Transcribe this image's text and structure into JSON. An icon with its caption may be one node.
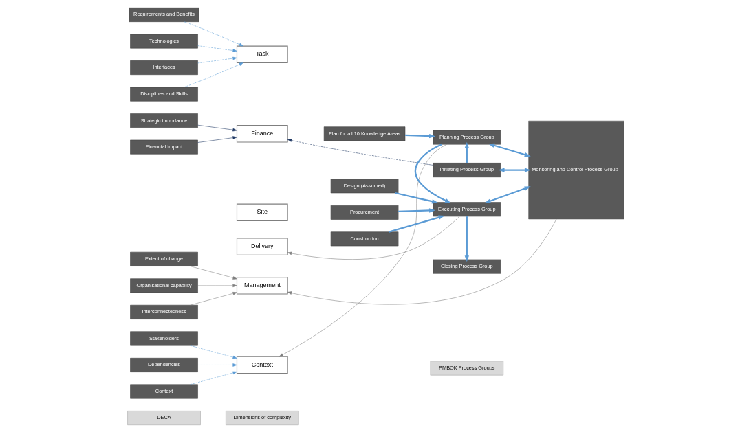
{
  "diagram": {
    "nodes": [
      {
        "text": [
          "DECA"
        ]
      },
      {
        "text": [
          "Dimensions of complexity"
        ]
      },
      {
        "text": [
          "PMBOK Process Groups"
        ]
      },
      {
        "text": [
          "Strategic importance"
        ]
      },
      {
        "text": [
          "Financial Impact"
        ]
      },
      {
        "text": [
          "Stakeholders"
        ]
      },
      {
        "text": [
          "Dependencies"
        ]
      },
      {
        "text": [
          "Context"
        ]
      },
      {
        "text": [
          "Extent of change"
        ]
      },
      {
        "text": [
          "Organisational capability"
        ]
      },
      {
        "text": [
          "Interconnectedness"
        ]
      },
      {
        "text": [
          "Requirements and Benefits"
        ]
      },
      {
        "text": [
          "Technologies"
        ]
      },
      {
        "text": [
          "Interfaces"
        ]
      },
      {
        "text": [
          "Disciplines and Skills"
        ]
      },
      {
        "text": [
          "Finance"
        ]
      },
      {
        "text": [
          "Context"
        ]
      },
      {
        "text": [
          "Management"
        ]
      },
      {
        "text": [
          "Site"
        ]
      },
      {
        "text": [
          "Task"
        ]
      },
      {
        "text": [
          "Delivery"
        ]
      },
      {
        "text": [
          "Initiating Process Group"
        ]
      },
      {
        "text": [
          "Plan for all 10 Knowledge Areas"
        ]
      },
      {
        "text": [
          "Planning Process Group"
        ]
      },
      {
        "text": [
          "Design (Assumed)"
        ]
      },
      {
        "text": [
          "Procurement"
        ]
      },
      {
        "text": [
          "Construction"
        ]
      },
      {
        "text": [
          "Executing Process Group"
        ]
      },
      {
        "text": [
          "Closing Process Group"
        ]
      },
      {
        "text": [
          "Monitoring and Control Process Group"
        ]
      }
    ],
    "edges": [
      {
        "from": 3,
        "to": 15,
        "arrow": "to",
        "color": "#1f3864"
      },
      {
        "from": 4,
        "to": 15,
        "arrow": "to",
        "color": "#1f3864"
      },
      {
        "from": 5,
        "to": 16,
        "arrow": "to",
        "style": "dashed",
        "color": "#5b9bd5"
      },
      {
        "from": 6,
        "to": 16,
        "arrow": "to",
        "style": "dashed",
        "color": "#5b9bd5"
      },
      {
        "from": 7,
        "to": 16,
        "arrow": "to",
        "style": "dashed",
        "color": "#5b9bd5"
      },
      {
        "from": 8,
        "to": 17,
        "arrow": "to",
        "color": "#7f7f7f"
      },
      {
        "from": 9,
        "to": 17,
        "arrow": "to",
        "color": "#7f7f7f"
      },
      {
        "from": 10,
        "to": 17,
        "arrow": "to",
        "color": "#7f7f7f"
      },
      {
        "from": 11,
        "to": 19,
        "arrow": "to",
        "style": "dashed",
        "color": "#5b9bd5"
      },
      {
        "from": 12,
        "to": 19,
        "arrow": "to",
        "style": "dashed",
        "color": "#5b9bd5"
      },
      {
        "from": 13,
        "to": 19,
        "arrow": "to",
        "style": "dashed",
        "color": "#5b9bd5"
      },
      {
        "from": 14,
        "to": 19,
        "arrow": "to",
        "style": "dashed",
        "color": "#5b9bd5"
      },
      {
        "from": 21,
        "to": 15,
        "arrow": "to",
        "style": "dashed",
        "color": "#1f3864"
      },
      {
        "from": 21,
        "to": 29,
        "arrow": "both",
        "style": "thick"
      },
      {
        "from": 21,
        "to": 23,
        "arrow": "to",
        "style": "thick"
      },
      {
        "from": 22,
        "to": 23,
        "arrow": "to",
        "style": "thick"
      },
      {
        "from": 23,
        "to": 29,
        "arrow": "both",
        "style": "thick"
      },
      {
        "from": 23,
        "to": 16,
        "arrow": "to",
        "color": "#7f7f7f"
      },
      {
        "from": 29,
        "to": 17,
        "arrow": "to",
        "color": "#7f7f7f"
      },
      {
        "from": 23,
        "to": 27,
        "arrow": "to",
        "style": "thick"
      },
      {
        "from": 24,
        "to": 27,
        "arrow": "to",
        "style": "thick"
      },
      {
        "from": 25,
        "to": 27,
        "arrow": "to",
        "style": "thick"
      },
      {
        "from": 26,
        "to": 27,
        "arrow": "to",
        "style": "thick"
      },
      {
        "from": 27,
        "to": 29,
        "arrow": "both",
        "style": "thick"
      },
      {
        "from": 27,
        "to": 28,
        "arrow": "to",
        "style": "thick"
      },
      {
        "from": 27,
        "to": 20,
        "arrow": "to",
        "color": "#7f7f7f"
      }
    ]
  }
}
